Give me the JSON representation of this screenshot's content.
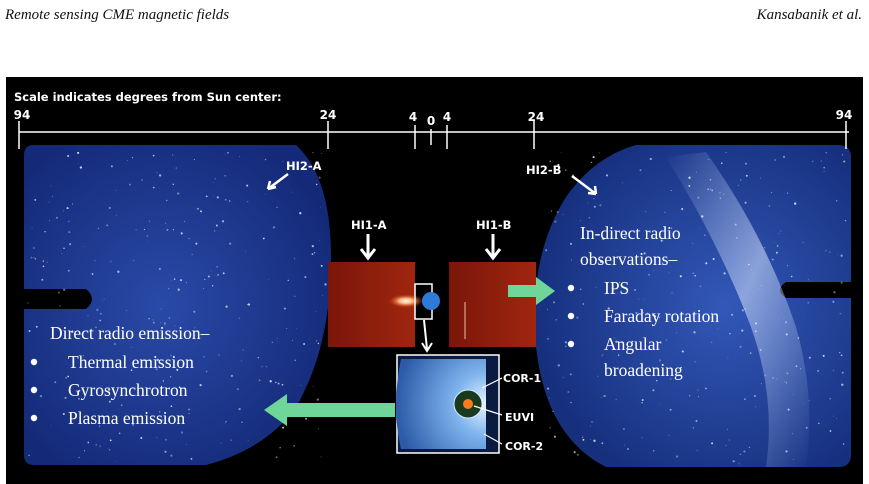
{
  "header": {
    "left_title": "Remote sensing CME magnetic fields",
    "right_authors": "Kansabanik et al."
  },
  "figure": {
    "scale_title": "Scale indicates degrees from Sun center:",
    "scale_ticks": [
      "94",
      "24",
      "4",
      "0",
      "4",
      "24",
      "94"
    ],
    "instrument_labels": {
      "hi2a": "HI2-A",
      "hi2b": "HI2-B",
      "hi1a": "HI1-A",
      "hi1b": "HI1-B",
      "cor1": "COR-1",
      "euvi": "EUVI",
      "cor2": "COR-2"
    },
    "direct": {
      "title": "Direct radio emission–",
      "items": [
        "Thermal emission",
        "Gyrosynchrotron",
        "Plasma emission"
      ]
    },
    "indirect": {
      "title_line1": "In-direct radio",
      "title_line2": "observations–",
      "items": [
        "IPS",
        "Faraday rotation",
        "Angular"
      ],
      "item3_line2": "broadening"
    },
    "colors": {
      "background": "#000000",
      "sky": "#1a3a8e",
      "hi1_panel": "#8e1c0c",
      "arrow": "#6fd69a",
      "label_text": "#ffffff"
    }
  }
}
